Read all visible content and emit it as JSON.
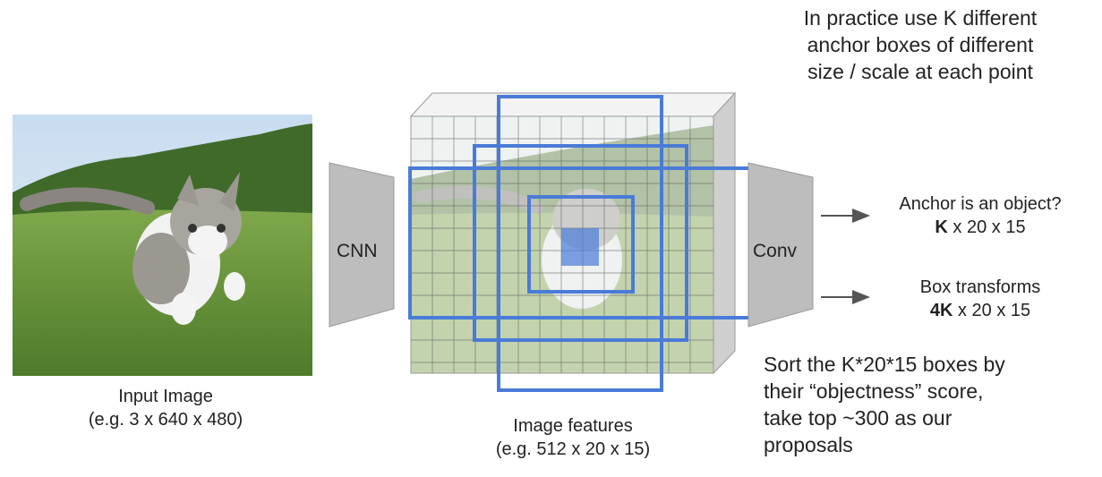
{
  "top_note": {
    "line1": "In practice use K different",
    "line2": "anchor boxes of different",
    "line3": "size / scale at each point"
  },
  "input": {
    "caption_line1": "Input Image",
    "caption_line2": "(e.g. 3 x 640 x 480)"
  },
  "cnn_label": "CNN",
  "conv_label": "Conv",
  "features": {
    "caption_line1": "Image features",
    "caption_line2": "(e.g. 512 x 20 x 15)"
  },
  "outputs": {
    "objectness_title": "Anchor is an object?",
    "objectness_bold": "K",
    "objectness_dims": " x 20 x 15",
    "transform_title": "Box transforms",
    "transform_bold": "4K",
    "transform_dims": " x 20 x 15"
  },
  "sort_note": {
    "line1": "Sort the K*20*15 boxes by",
    "line2": "their “objectness” score,",
    "line3": "take top ~300 as our",
    "line4": "proposals"
  },
  "colors": {
    "anchor_box": "#4a7bd8",
    "block_gray": "#bdbdbd",
    "arrow_gray": "#555555"
  }
}
